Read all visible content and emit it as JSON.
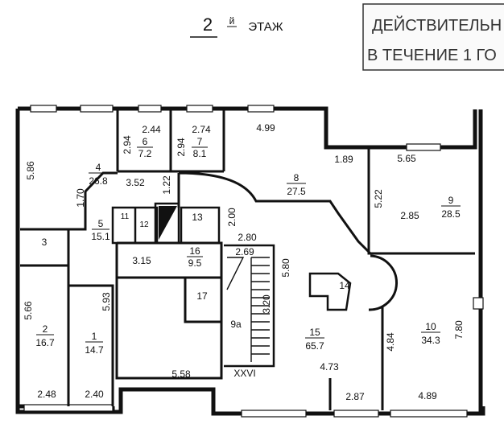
{
  "header": {
    "floor_number": "2",
    "floor_suffix": "й",
    "floor_word": "ЭТАЖ"
  },
  "stamp": {
    "line1": "ДЕЙСТВИТЕЛЬН",
    "line2": "В ТЕЧЕНИЕ 1 ГО"
  },
  "rooms": [
    {
      "number": "4",
      "area": "26.8"
    },
    {
      "number": "6",
      "area": "7.2"
    },
    {
      "number": "7",
      "area": "8.1"
    },
    {
      "number": "8",
      "area": "27.5"
    },
    {
      "number": "9",
      "area": "28.5"
    },
    {
      "number": "5",
      "area": "15.1"
    },
    {
      "number": "16",
      "area": "9.5"
    },
    {
      "number": "2",
      "area": "16.7"
    },
    {
      "number": "1",
      "area": "14.7"
    },
    {
      "number": "10",
      "area": "34.3"
    },
    {
      "number": "15",
      "area": "65.7"
    }
  ],
  "single_labels": [
    "3",
    "12",
    "11",
    "13",
    "17",
    "9a",
    "14",
    "XXVI"
  ],
  "dimensions": [
    "5.86",
    "2.44",
    "2.94",
    "2.74",
    "2.94",
    "4.99",
    "1.89",
    "5.65",
    "5.22",
    "2.85",
    "3.52",
    "1.22",
    "1.70",
    "2.00",
    "2.80",
    "2.69",
    "3.15",
    "5.80",
    "3.20",
    "5.66",
    "5.93",
    "5.58",
    "2.48",
    "2.40",
    "4.73",
    "4.84",
    "7.80",
    "2.87",
    "4.89"
  ]
}
